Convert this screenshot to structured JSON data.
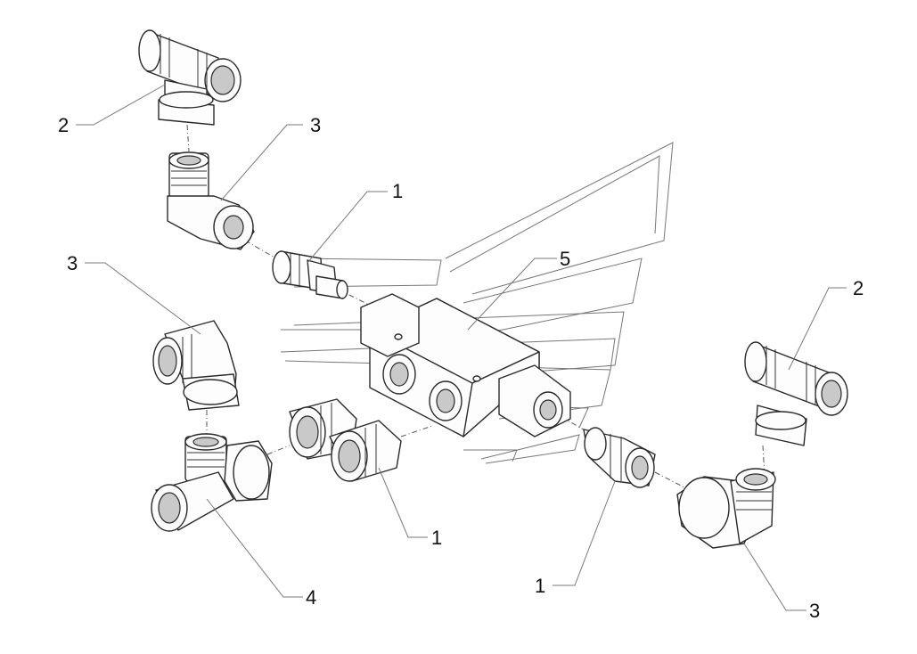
{
  "callouts": [
    {
      "id": "c-2-top-left",
      "label": "2"
    },
    {
      "id": "c-3-top",
      "label": "3"
    },
    {
      "id": "c-1-top",
      "label": "1"
    },
    {
      "id": "c-5",
      "label": "5"
    },
    {
      "id": "c-3-left",
      "label": "3"
    },
    {
      "id": "c-2-right",
      "label": "2"
    },
    {
      "id": "c-1-bottom-center",
      "label": "1"
    },
    {
      "id": "c-4",
      "label": "4"
    },
    {
      "id": "c-1-bottom-right",
      "label": "1"
    },
    {
      "id": "c-3-bottom-right",
      "label": "3"
    }
  ]
}
